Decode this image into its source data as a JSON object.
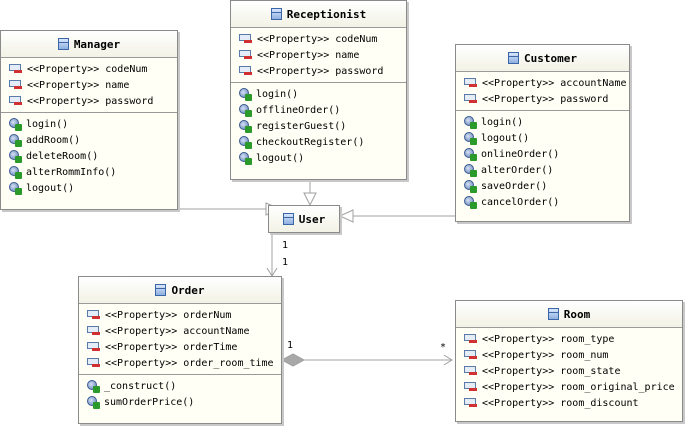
{
  "classes": {
    "manager": {
      "name": "Manager",
      "properties": [
        "<<Property>> codeNum",
        "<<Property>> name",
        "<<Property>> password"
      ],
      "methods": [
        "login()",
        "addRoom()",
        "deleteRoom()",
        "alterRommInfo()",
        "logout()"
      ]
    },
    "receptionist": {
      "name": "Receptionist",
      "properties": [
        "<<Property>> codeNum",
        "<<Property>> name",
        "<<Property>> password"
      ],
      "methods": [
        "login()",
        "offlineOrder()",
        "registerGuest()",
        "checkoutRegister()",
        "logout()"
      ]
    },
    "customer": {
      "name": "Customer",
      "properties": [
        "<<Property>> accountName",
        "<<Property>> password"
      ],
      "methods": [
        "login()",
        "logout()",
        "onlineOrder()",
        "alterOrder()",
        "saveOrder()",
        "cancelOrder()"
      ]
    },
    "user": {
      "name": "User"
    },
    "order": {
      "name": "Order",
      "properties": [
        "<<Property>> orderNum",
        "<<Property>> accountName",
        "<<Property>> orderTime",
        "<<Property>> order_room_time"
      ],
      "methods": [
        "_construct()",
        "sumOrderPrice()"
      ]
    },
    "room": {
      "name": "Room",
      "properties": [
        "<<Property>> room_type",
        "<<Property>> room_num",
        "<<Property>> room_state",
        "<<Property>> room_original_price",
        "<<Property>> room_discount"
      ]
    }
  },
  "multiplicities": {
    "user_end": "1",
    "order_end": "1",
    "order_room_source": "1",
    "order_room_target": "*"
  },
  "colors": {
    "line": "#a0a0a0",
    "class_fill": "#fffff5",
    "aggregation_diamond": "#a8a8a8"
  }
}
